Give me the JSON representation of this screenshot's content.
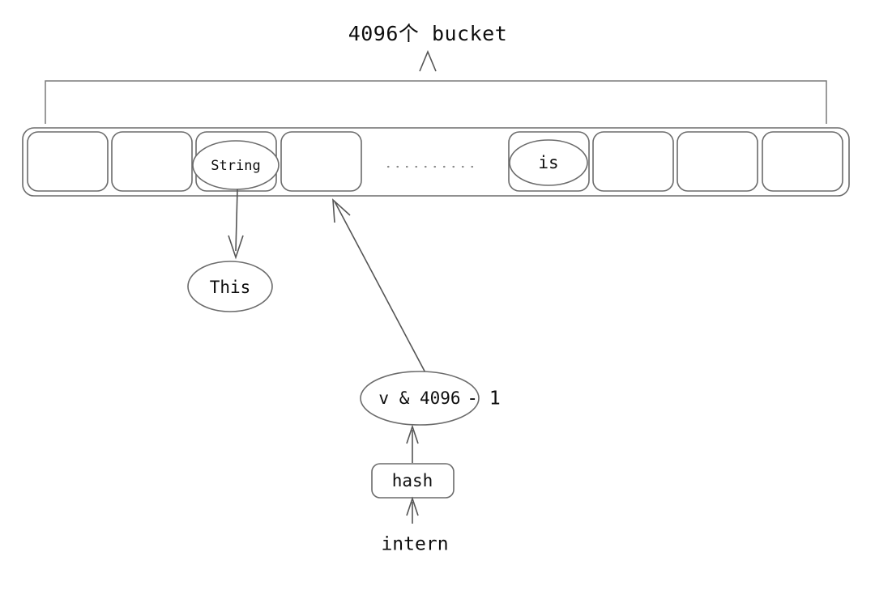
{
  "diagram": {
    "title": "4096个 bucket",
    "bracket": {
      "name": "span-bracket",
      "pointer_glyph": "caret-up"
    },
    "bucket_table": {
      "label": "string-pool-bucket-array",
      "total_buckets": "4096",
      "ellipsis": "..............",
      "buckets": [
        {
          "index": 0,
          "entry": ""
        },
        {
          "index": 1,
          "entry": ""
        },
        {
          "index": 2,
          "entry": "String"
        },
        {
          "index": 3,
          "entry": ""
        },
        {
          "index": 4,
          "entry": "is"
        },
        {
          "index": 5,
          "entry": ""
        },
        {
          "index": 6,
          "entry": ""
        },
        {
          "index": 7,
          "entry": ""
        }
      ]
    },
    "nodes": {
      "this_node": "This",
      "mask_node": "v & 4096",
      "mask_suffix": "- 1",
      "hash_node": "hash",
      "intern_node": "intern"
    },
    "colors": {
      "background": "#ffffff",
      "shape_stroke": "#6b6b6b",
      "connector_stroke": "#555555",
      "text": "#0d0d0d",
      "dots": "#8a8a8a"
    }
  }
}
